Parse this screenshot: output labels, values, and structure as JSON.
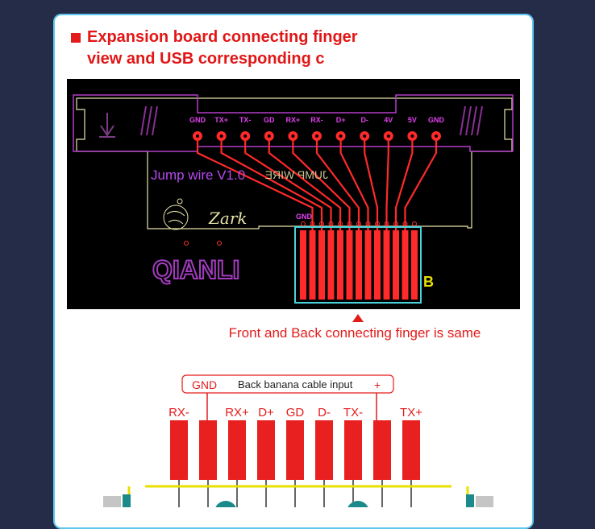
{
  "heading": {
    "line1": "Expansion board connecting finger",
    "line2": "view and  USB corresponding c"
  },
  "pcb": {
    "pads": [
      "GND",
      "TX+",
      "TX-",
      "GD",
      "RX+",
      "RX-",
      "D+",
      "D-",
      "4V",
      "5V",
      "GND"
    ],
    "version_text": "Jump wire V1.0",
    "mirror_text": "JUMP WIRE",
    "signature": "Zark",
    "brand": "QIANLI",
    "gnd_label": "GND",
    "side_label": "B"
  },
  "note": "Front and Back connecting finger is same",
  "diagram": {
    "bracket_left": "GND",
    "bracket_title": "Back banana cable input",
    "bracket_right": "+",
    "pins": [
      "RX-",
      "",
      "RX+",
      "D+",
      "GD",
      "D-",
      "TX-",
      "",
      "TX+"
    ]
  },
  "colors": {
    "red": "#e31b1b",
    "card_border": "#5cc7ef",
    "background": "#252c48",
    "trace": "#ff2a2a",
    "silk": "#d24be6",
    "outline": "#e8e4a8"
  }
}
